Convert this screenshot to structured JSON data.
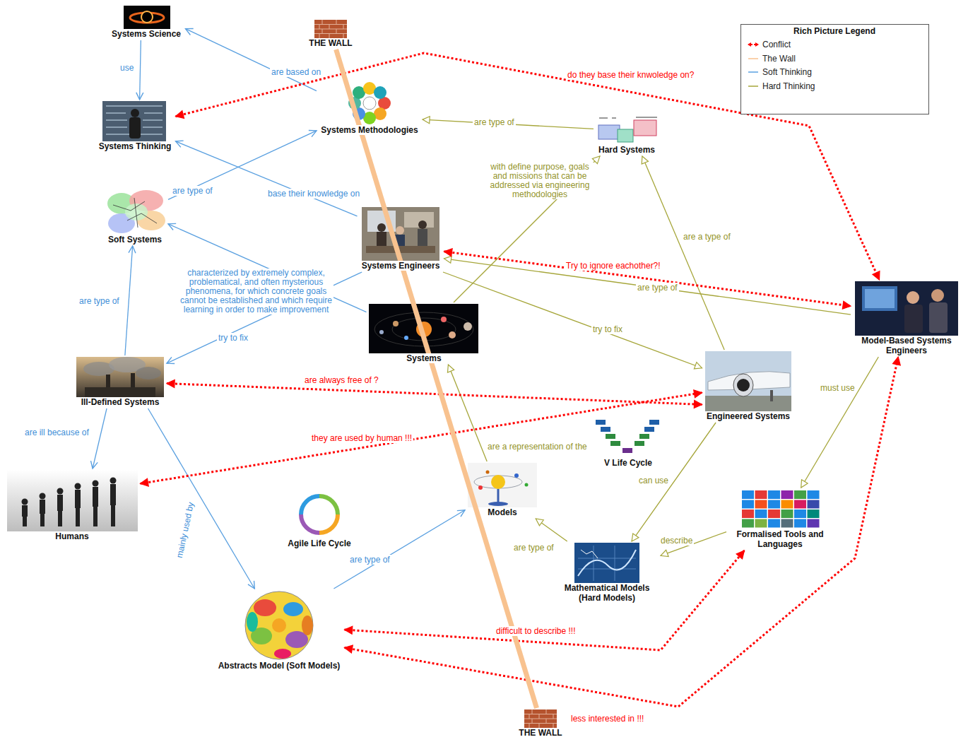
{
  "diagram": {
    "nodes": [
      {
        "text": [
          "Systems Science"
        ]
      },
      {
        "text": [
          "THE WALL"
        ]
      },
      {
        "text": [
          "Systems Thinking"
        ]
      },
      {
        "text": [
          "Systems Methodologies"
        ]
      },
      {
        "text": [
          "Hard Systems"
        ]
      },
      {
        "text": [
          "Soft Systems"
        ]
      },
      {
        "text": [
          "Systems Engineers"
        ]
      },
      {
        "text": [
          "Model-Based Systems Engineers"
        ]
      },
      {
        "text": [
          "Systems"
        ]
      },
      {
        "text": [
          "Ill-Defined Systems"
        ]
      },
      {
        "text": [
          "Engineered Systems"
        ]
      },
      {
        "text": [
          "V Life Cycle"
        ]
      },
      {
        "text": [
          "Humans"
        ]
      },
      {
        "text": [
          "Models"
        ]
      },
      {
        "text": [
          "Agile Life Cycle"
        ]
      },
      {
        "text": [
          "Formalised Tools and Languages"
        ]
      },
      {
        "text": [
          "Mathematical Models (Hard Models)"
        ]
      },
      {
        "text": [
          "Abstracts Model (Soft Models)"
        ]
      },
      {
        "text": [
          "THE WALL"
        ]
      }
    ],
    "edges": [
      {
        "from": 0,
        "to": 2,
        "label": "use",
        "arrow": "to"
      },
      {
        "from": 3,
        "to": 0,
        "label": "are based on",
        "arrow": "to"
      },
      {
        "from": 5,
        "to": 3,
        "label": "are type of",
        "arrow": "to"
      },
      {
        "from": 6,
        "to": 2,
        "label": "base their knowledge on",
        "arrow": "to"
      },
      {
        "from": 8,
        "to": 5,
        "label": "characterized by extremely complex, problematical, and often mysterious phenomena, for which concrete goals cannot be established and which require learning in order to make improvement",
        "arrow": "to"
      },
      {
        "from": 6,
        "to": 9,
        "label": "try to fix",
        "arrow": "to"
      },
      {
        "from": 9,
        "to": 5,
        "label": "are type of",
        "arrow": "to"
      },
      {
        "from": 9,
        "to": 12,
        "label": "are ill because of",
        "arrow": "to"
      },
      {
        "from": 9,
        "to": 17,
        "label": "mainly used by",
        "arrow": "to"
      },
      {
        "from": 17,
        "to": 13,
        "label": "are type of",
        "arrow": "to"
      },
      {
        "from": 4,
        "to": 3,
        "label": "are type of",
        "arrow": "to"
      },
      {
        "from": 8,
        "to": 4,
        "label": "with define purpose, goals and missions that can be addressed via engineering methodologies",
        "arrow": "to"
      },
      {
        "from": 10,
        "to": 4,
        "label": "are a type of",
        "arrow": "to"
      },
      {
        "from": 7,
        "to": 6,
        "label": "are type of",
        "arrow": "to"
      },
      {
        "from": 6,
        "to": 10,
        "label": "try to fix",
        "arrow": "to"
      },
      {
        "from": 13,
        "to": 8,
        "label": "are a representation of the",
        "arrow": "to"
      },
      {
        "from": 16,
        "to": 13,
        "label": "are type of",
        "arrow": "to"
      },
      {
        "from": 10,
        "to": 16,
        "label": "can use",
        "arrow": "to"
      },
      {
        "from": 15,
        "to": 16,
        "label": "describe",
        "arrow": "to"
      },
      {
        "from": 7,
        "to": 15,
        "label": "must use",
        "arrow": "to"
      },
      {
        "from": 2,
        "to": 7,
        "label": "do they base their knwoledge on?",
        "arrow": "both"
      },
      {
        "from": 6,
        "to": 7,
        "label": "Try to ignore eachother?!",
        "arrow": "both"
      },
      {
        "from": 9,
        "to": 10,
        "label": "are always free of ?",
        "arrow": "both"
      },
      {
        "from": 12,
        "to": 10,
        "label": "they are used by human !!!",
        "arrow": "both"
      },
      {
        "from": 17,
        "to": 15,
        "label": "difficult to describe !!!",
        "arrow": "both"
      },
      {
        "from": 17,
        "to": 7,
        "label": "less interested in !!!",
        "arrow": "both"
      },
      {
        "from": 1,
        "to": 18,
        "arrow": "none"
      }
    ],
    "labels": [
      "Rich Picture Legend"
    ],
    "legend": [
      {
        "text": "Conflict"
      },
      {
        "text": "The Wall"
      },
      {
        "text": "Soft Thinking"
      },
      {
        "text": "Hard Thinking"
      }
    ]
  }
}
